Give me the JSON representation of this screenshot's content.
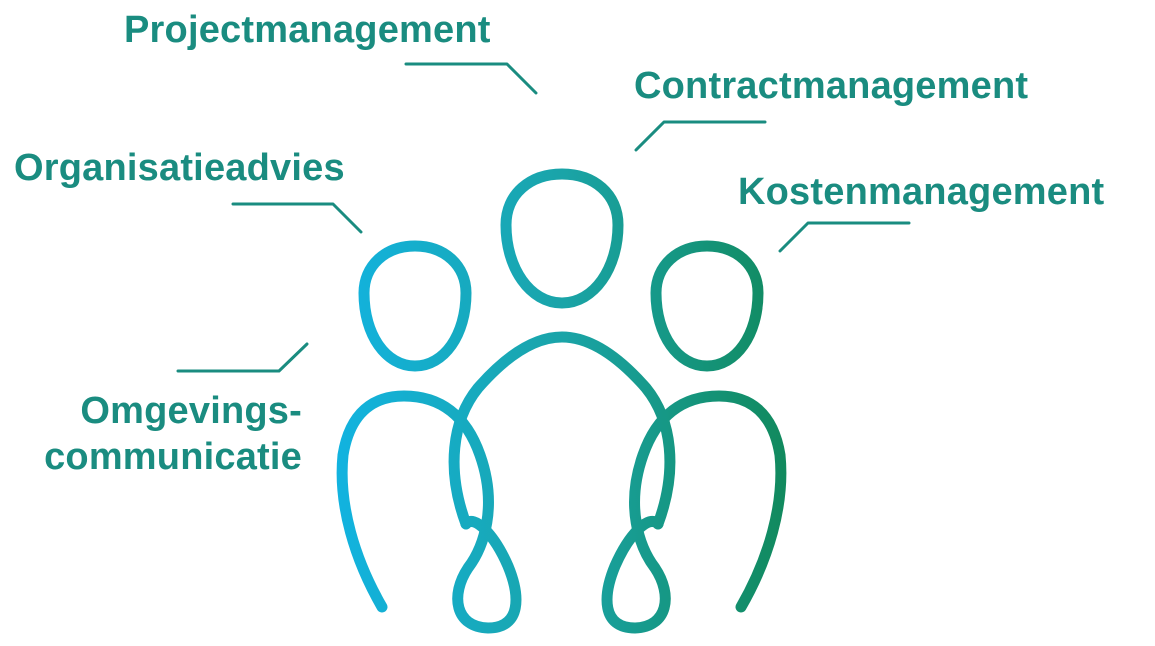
{
  "labels": {
    "projectmanagement": "Projectmanagement",
    "contractmanagement": "Contractmanagement",
    "organisatieadvies": "Organisatieadvies",
    "kostenmanagement": "Kostenmanagement",
    "omgevingscommunicatie_line1": "Omgevings-",
    "omgevingscommunicatie_line2": "communicatie"
  },
  "colors": {
    "text": "#1a8c80",
    "connector": "#1a8c80",
    "gradient_start": "#12b3e0",
    "gradient_mid": "#1aa4a8",
    "gradient_end": "#11895c"
  },
  "icons": [
    "group-of-people-icon"
  ]
}
